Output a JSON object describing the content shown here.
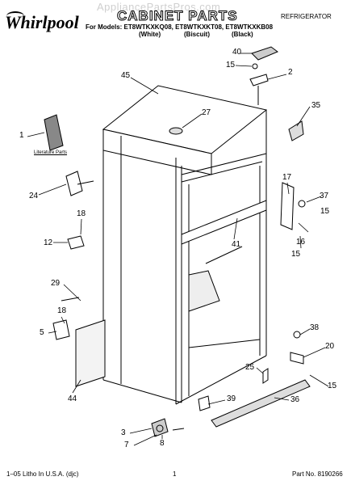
{
  "watermark": "AppliancePartsPros.com",
  "brand": "Whirlpool",
  "title": "CABINET PARTS",
  "category": "REFRIGERATOR",
  "models_line": "For Models: ET8WTKXKQ08, ET8WTKXKT08, ET8WTKXKB08",
  "colors": [
    "(White)",
    "(Biscuit)",
    "(Black)"
  ],
  "literature_label": "Literature Parts",
  "callouts": [
    "40",
    "15",
    "2",
    "45",
    "27",
    "35",
    "1",
    "24",
    "17",
    "37",
    "15",
    "18",
    "12",
    "41",
    "16",
    "15",
    "29",
    "18",
    "5",
    "38",
    "20",
    "25",
    "44",
    "39",
    "36",
    "15",
    "3",
    "7",
    "8"
  ],
  "footer": {
    "left": "1–05 Litho In U.S.A. (djc)",
    "center": "1",
    "right": "Part No. 8190266"
  }
}
